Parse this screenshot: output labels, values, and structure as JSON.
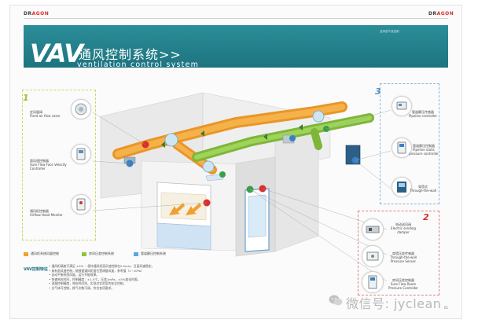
{
  "header": {
    "brand_left_a": "DR",
    "brand_left_b": "AGON",
    "brand_right_a": "DR",
    "brand_right_b": "AGON",
    "banner_subtitle": "洁净室气流控制"
  },
  "title": {
    "vav": "VAV",
    "cn": "通风控制系统>>",
    "en": "ventilation control system"
  },
  "group1": {
    "number": "1",
    "items": [
      {
        "cn": "定风量阀",
        "en": "Fixed air flow valve"
      },
      {
        "cn": "面风速控制器",
        "en": "Sure Flow Face Velocity Controller"
      },
      {
        "cn": "通风柜控制器",
        "en": "Airflow Hood Monitor"
      }
    ]
  },
  "group3": {
    "number": "3",
    "items": [
      {
        "cn": "管道静压传感器",
        "en": "Pipeline controller"
      },
      {
        "cn": "管道静压控制器",
        "en": "Pipeline static pressure controller"
      },
      {
        "cn": "穿墙式",
        "en": "Through-the-wall"
      }
    ]
  },
  "group2": {
    "number": "2",
    "items": [
      {
        "cn": "电动送风阀",
        "en": "Electric sending damper"
      },
      {
        "cn": "穿墙压差传感器",
        "en": "Through-the-wall Pressure Sensor"
      },
      {
        "cn": "房间压差控制器",
        "en": "Sure Flow Room Pressure Controller"
      }
    ]
  },
  "legend": [
    {
      "label": "通风柜系统风量控制",
      "color": "#f0a030"
    },
    {
      "label": "房间压差控制系统",
      "color": "#8cc63f"
    },
    {
      "label": "管道静压控制系统",
      "color": "#55aadd"
    }
  ],
  "notes": {
    "heading": "VAV控制特征",
    "lines": [
      "• 通风柜精度可满足 ±5% ：保持通风柜面风速控制在0.5m/s，且面风速稳定。",
      "• 具有面风速控制，能根据通风柜窗位置调整风量，参考值（1~10Pa）",
      "• 自动平衡系统风量，运行节能效果。",
      "• 快速响应时间，控制精度：±1.5℃，压差1mPa，±5%变化时限。",
      "• 流量控制精度，响应时间短，实现对实验室的安全控制。",
      "• 全气体可控制，换气次数可调，符合各项要求。"
    ]
  },
  "watermark": "微信号: jyclean",
  "page_number": "01",
  "colors": {
    "banner": "#1d7480",
    "duct_orange": "#f0a030",
    "duct_green": "#8cc63f",
    "accent_red": "#d9302b",
    "group_yellow": "#c9d86a",
    "group_blue": "#8ab6d8",
    "group_red": "#e08080"
  }
}
